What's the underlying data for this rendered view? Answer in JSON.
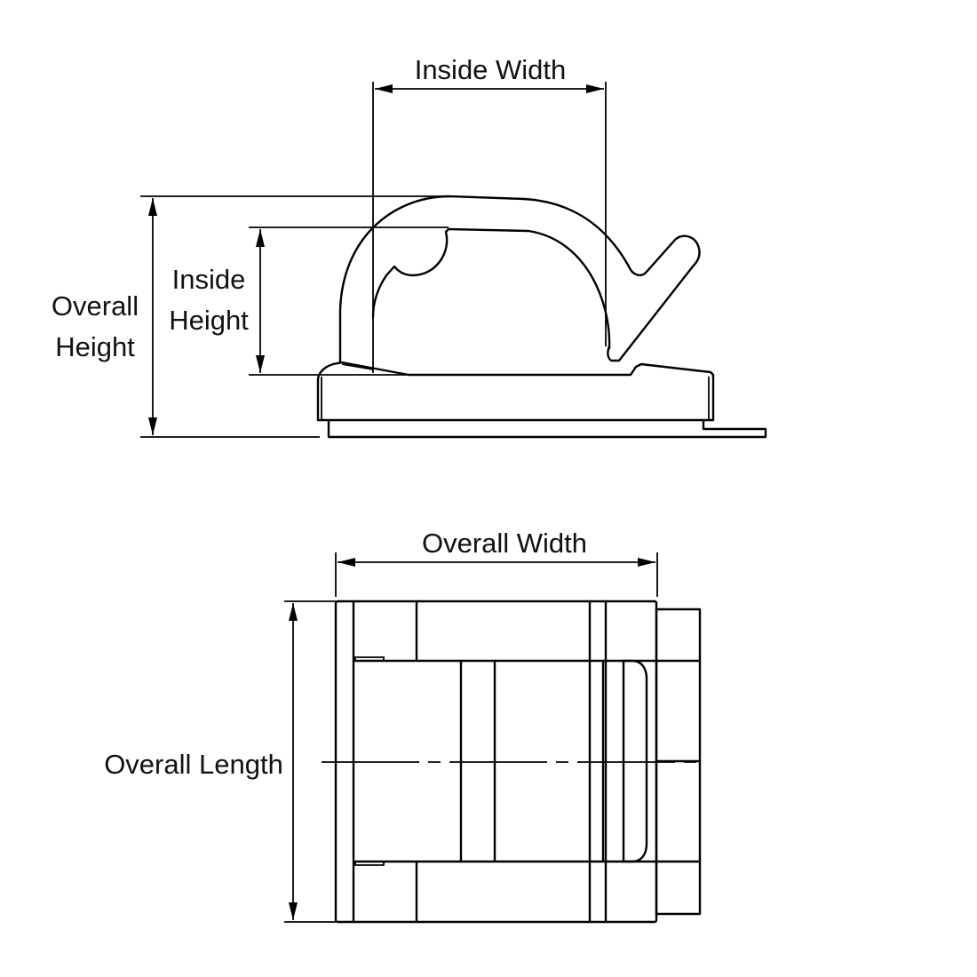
{
  "side_view": {
    "labels": {
      "inside_width": "Inside Width",
      "overall_height_1": "Overall",
      "overall_height_2": "Height",
      "inside_height_1": "Inside",
      "inside_height_2": "Height"
    }
  },
  "bottom_view": {
    "labels": {
      "overall_width": "Overall Width",
      "overall_length": "Overall Length"
    }
  },
  "colors": {
    "line": "#000000",
    "background": "#ffffff"
  }
}
